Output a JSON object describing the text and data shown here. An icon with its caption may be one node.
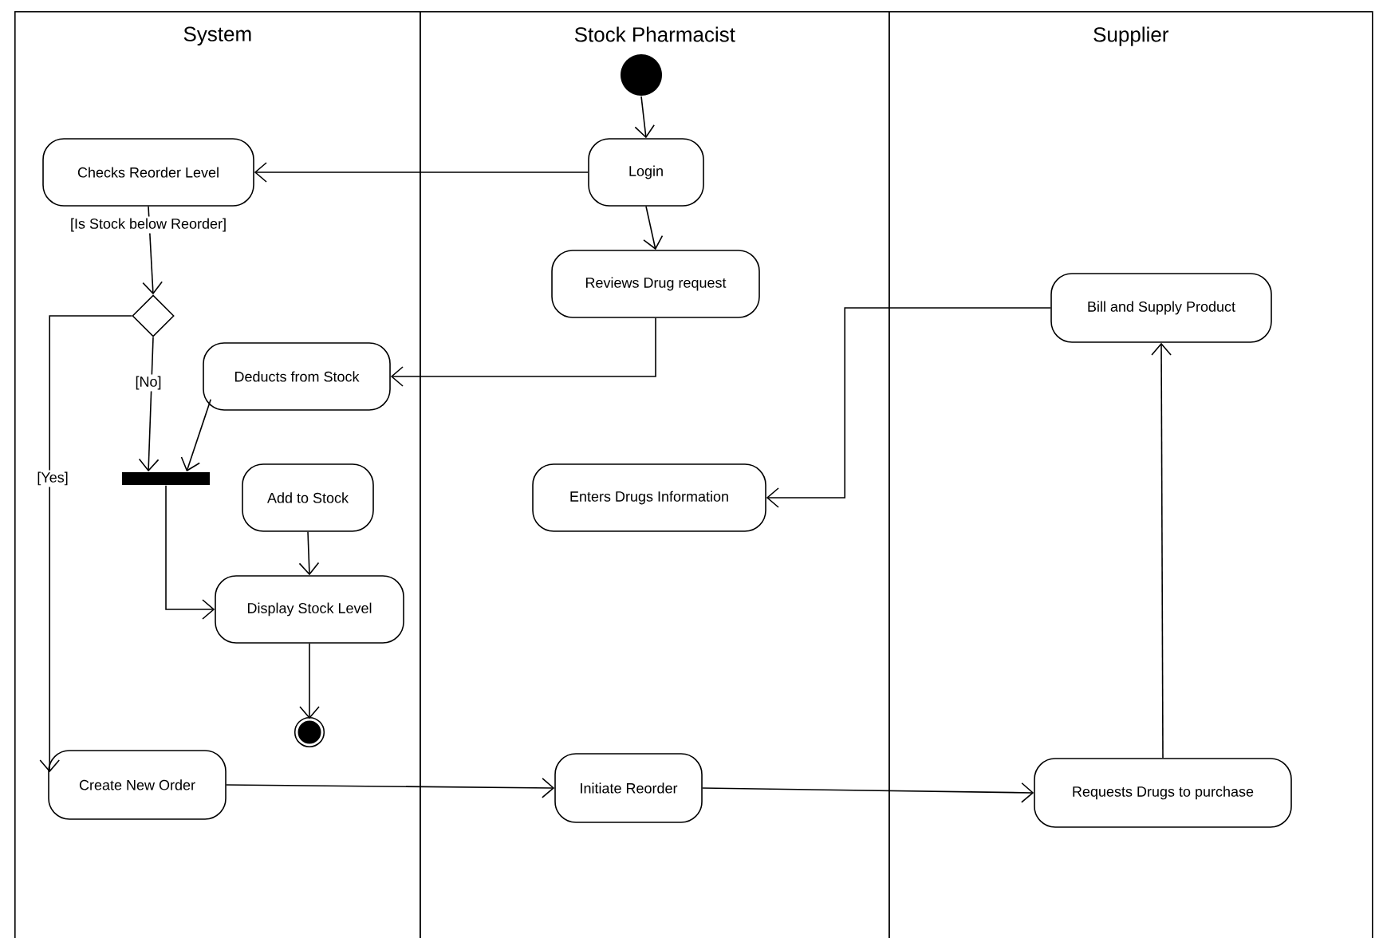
{
  "diagram": {
    "nodes": [
      {
        "text": [
          "System"
        ]
      },
      {
        "text": [
          "Stock Pharmacist"
        ]
      },
      {
        "text": [
          "Supplier"
        ]
      },
      {
        "text": [],
        "shape": "circle",
        "in": 1
      },
      {
        "text": [
          "Checks Reorder Level"
        ],
        "in": 0
      },
      {
        "text": [
          "Login"
        ],
        "in": 1
      },
      {
        "text": [
          "Reviews Drug request"
        ],
        "in": 1
      },
      {
        "text": [],
        "shape": "diamond",
        "in": 0
      },
      {
        "text": [
          "Bill and Supply Product"
        ],
        "in": 2
      },
      {
        "text": [
          "Deducts from Stock"
        ],
        "in": 0
      },
      {
        "text": [],
        "shape": "bar",
        "in": 0
      },
      {
        "text": [
          "Add to Stock"
        ],
        "in": 0
      },
      {
        "text": [
          "Enters Drugs Information"
        ],
        "in": 1
      },
      {
        "text": [
          "Display Stock Level"
        ],
        "in": 0
      },
      {
        "text": [],
        "shape": "bullseye",
        "in": 0
      },
      {
        "text": [
          "Create New Order"
        ],
        "in": 0
      },
      {
        "text": [
          "Initiate Reorder"
        ],
        "in": 1
      },
      {
        "text": [
          "Requests Drugs to purchase"
        ],
        "in": 2
      }
    ],
    "edges": [
      {
        "from": 3,
        "to": 5,
        "arrow": "to"
      },
      {
        "from": 5,
        "to": 4,
        "arrow": "to"
      },
      {
        "from": 5,
        "to": 6,
        "arrow": "to"
      },
      {
        "from": 4,
        "to": 7,
        "arrow": "to",
        "label": "[Is Stock below Reorder]"
      },
      {
        "from": 7,
        "to": 10,
        "arrow": "to",
        "label": "[No]"
      },
      {
        "from": 7,
        "to": 15,
        "arrow": "to",
        "label": "[Yes]"
      },
      {
        "from": 6,
        "to": 9,
        "arrow": "to"
      },
      {
        "from": 9,
        "to": 10,
        "arrow": "to"
      },
      {
        "from": 8,
        "to": 12,
        "arrow": "to"
      },
      {
        "from": 11,
        "to": 13,
        "arrow": "to"
      },
      {
        "from": 10,
        "to": 13,
        "arrow": "to"
      },
      {
        "from": 13,
        "to": 14,
        "arrow": "to"
      },
      {
        "from": 15,
        "to": 16,
        "arrow": "to"
      },
      {
        "from": 16,
        "to": 17,
        "arrow": "to"
      },
      {
        "from": 17,
        "to": 8,
        "arrow": "to"
      }
    ]
  }
}
